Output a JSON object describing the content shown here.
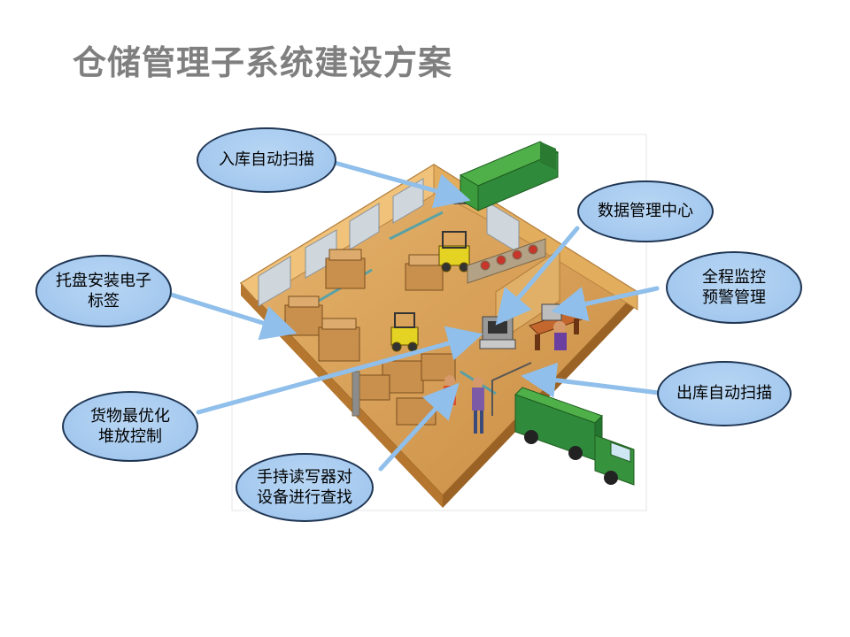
{
  "title": "仓储管理子系统建设方案",
  "callouts": {
    "inbound_scan": {
      "lines": [
        "入库自动扫描"
      ]
    },
    "data_center": {
      "lines": [
        "数据管理中心"
      ]
    },
    "pallet_tag": {
      "lines": [
        "托盘安装电子",
        "标签"
      ]
    },
    "monitoring": {
      "lines": [
        "全程监控",
        "预警管理"
      ]
    },
    "outbound_scan": {
      "lines": [
        "出库自动扫描"
      ]
    },
    "stacking_control": {
      "lines": [
        "货物最优化",
        "堆放控制"
      ]
    },
    "handheld_reader": {
      "lines": [
        "手持读写器对",
        "设备进行查找"
      ]
    }
  },
  "colors": {
    "bubble_fill": "#9cc3ec",
    "bubble_border": "#1f3553",
    "arrow": "#8fbfea",
    "floor": "#d9a35c",
    "wall": "#e8b86a",
    "truck": "#2f8a3c",
    "title": "#7f7f7f"
  }
}
